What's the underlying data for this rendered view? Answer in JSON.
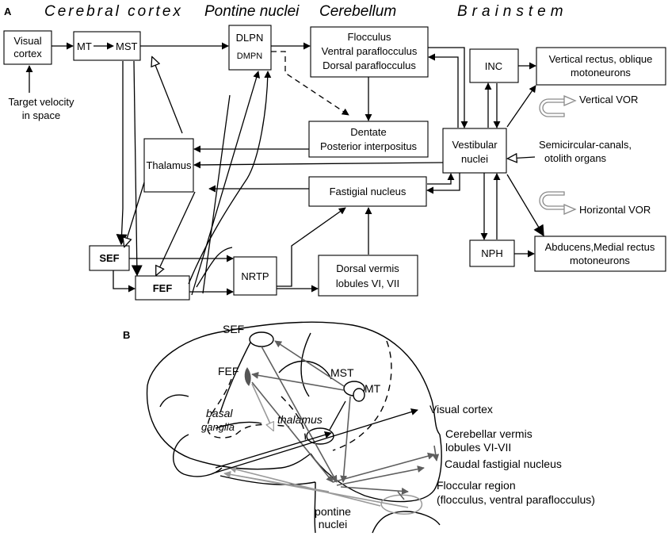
{
  "panel_a": {
    "label": "A",
    "headers": {
      "cortex": "Cerebral cortex",
      "pontine": "Pontine nuclei",
      "cerebellum": "Cerebellum",
      "brainstem": "Brainstem"
    },
    "boxes": {
      "visual_cortex": [
        "Visual",
        "cortex"
      ],
      "mt": "MT",
      "mst": "MST",
      "dlpn": "DLPN",
      "dmpn": "DMPN",
      "flocculus": [
        "Flocculus",
        "Ventral paraflocculus",
        "Dorsal paraflocculus"
      ],
      "inc": "INC",
      "vertical_rectus": [
        "Vertical rectus, oblique",
        "motoneurons"
      ],
      "dentate": [
        "Dentate",
        "Posterior interpositus"
      ],
      "vestibular": [
        "Vestibular",
        "nuclei"
      ],
      "thalamus": "Thalamus",
      "fastigial": "Fastigial nucleus",
      "sef": "SEF",
      "fef": "FEF",
      "nrtp": "NRTP",
      "dorsal_vermis": [
        "Dorsal vermis",
        "lobules VI, VII"
      ],
      "nph": "NPH",
      "abducens": [
        "Abducens,Medial rectus",
        "motoneurons"
      ]
    },
    "labels": {
      "target_velocity": [
        "Target velocity",
        "in space"
      ],
      "vertical_vor": "Vertical VOR",
      "horizontal_vor": "Horizontal  VOR",
      "semicircular": [
        "Semicircular-canals,",
        "otolith organs"
      ]
    }
  },
  "panel_b": {
    "label": "B",
    "labels": {
      "sef": "SEF",
      "fef": "FEF",
      "mst": "MST",
      "mt": "MT",
      "basal": "basal",
      "ganglia": "ganglia",
      "thalamus": "thalamus",
      "visual_cortex": "Visual cortex",
      "cerebellar_vermis": [
        "Cerebellar vermis",
        "lobules VI-VII"
      ],
      "caudal_fastigial": "Caudal fastigial nucleus",
      "floccular_region": [
        "Floccular region",
        "(flocculus, ventral paraflocculus)"
      ],
      "pontine": [
        "pontine",
        "nuclei"
      ]
    }
  }
}
